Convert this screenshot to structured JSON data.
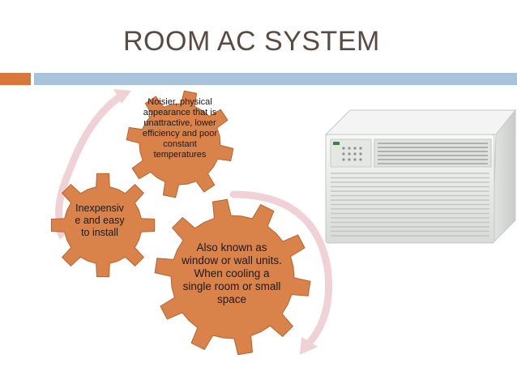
{
  "slide": {
    "title": "ROOM AC SYSTEM"
  },
  "theme": {
    "accent": "#d9763a",
    "rule": "#a9c3dd",
    "gear_fill": "#d9834a",
    "gear_stroke": "#b9612c",
    "arrow_color": "#f0d2d6",
    "ac_body": "#eceeec"
  },
  "gears": {
    "top_text": "Noisier, physical appearance that is unattractive, lower efficiency and poor constant temperatures",
    "left_text": "Inexpensiv e and easy to install",
    "big_text": "Also known as window or wall units. When cooling a single room or small space"
  },
  "image": {
    "subject": "window-air-conditioner"
  }
}
